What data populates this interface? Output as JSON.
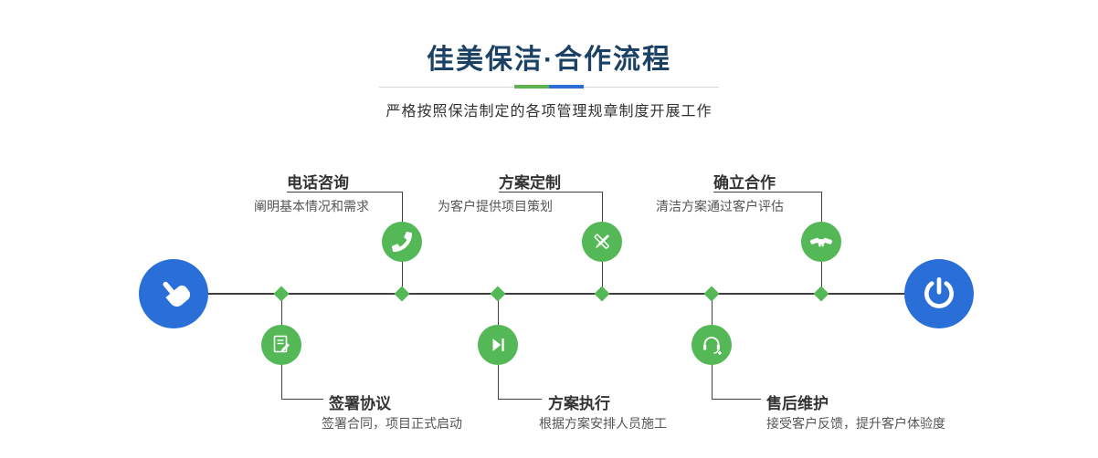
{
  "header": {
    "title": "佳美保洁·合作流程",
    "subtitle": "严格按照保洁制定的各项管理规章制度开展工作"
  },
  "steps_top": [
    {
      "label": "电话咨询",
      "desc": "阐明基本情况和需求",
      "icon": "phone-call-icon"
    },
    {
      "label": "方案定制",
      "desc": "为客户提供项目策划",
      "icon": "design-tools-icon"
    },
    {
      "label": "确立合作",
      "desc": "清洁方案通过客户评估",
      "icon": "handshake-icon"
    }
  ],
  "steps_bottom": [
    {
      "label": "签署协议",
      "desc": "签署合同，项目正式启动",
      "icon": "contract-sign-icon"
    },
    {
      "label": "方案执行",
      "desc": "根据方案安排人员施工",
      "icon": "play-next-icon"
    },
    {
      "label": "售后维护",
      "desc": "接受客户反馈，提升客户体验度",
      "icon": "headset-support-icon"
    }
  ],
  "terminals": {
    "start_icon": "pointing-hand-icon",
    "end_icon": "power-icon"
  },
  "colors": {
    "title": "#1b4265",
    "accent_green": "#60b24f",
    "accent_blue": "#2a6ed5",
    "node_green": "#55b857",
    "terminal_blue": "#2a6fd8",
    "line": "#3f3f3f"
  }
}
